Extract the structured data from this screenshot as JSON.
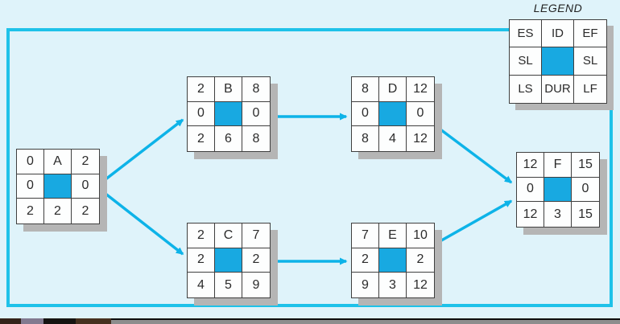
{
  "legend": {
    "title": "LEGEND",
    "es": "ES",
    "id": "ID",
    "ef": "EF",
    "sl_left": "SL",
    "sl_right": "SL",
    "ls": "LS",
    "dur": "DUR",
    "lf": "LF"
  },
  "nodes": [
    {
      "id": "A",
      "es": "0",
      "ef": "2",
      "sl_left": "0",
      "sl_right": "0",
      "ls": "2",
      "dur": "2",
      "lf": "2"
    },
    {
      "id": "B",
      "es": "2",
      "ef": "8",
      "sl_left": "0",
      "sl_right": "0",
      "ls": "2",
      "dur": "6",
      "lf": "8"
    },
    {
      "id": "C",
      "es": "2",
      "ef": "7",
      "sl_left": "2",
      "sl_right": "2",
      "ls": "4",
      "dur": "5",
      "lf": "9"
    },
    {
      "id": "D",
      "es": "8",
      "ef": "12",
      "sl_left": "0",
      "sl_right": "0",
      "ls": "8",
      "dur": "4",
      "lf": "12"
    },
    {
      "id": "E",
      "es": "7",
      "ef": "10",
      "sl_left": "2",
      "sl_right": "2",
      "ls": "9",
      "dur": "3",
      "lf": "12"
    },
    {
      "id": "F",
      "es": "12",
      "ef": "15",
      "sl_left": "0",
      "sl_right": "0",
      "ls": "12",
      "dur": "3",
      "lf": "15"
    }
  ],
  "edges": [
    {
      "from": "A",
      "to": "B"
    },
    {
      "from": "A",
      "to": "C"
    },
    {
      "from": "B",
      "to": "D"
    },
    {
      "from": "C",
      "to": "E"
    },
    {
      "from": "D",
      "to": "F"
    },
    {
      "from": "E",
      "to": "F"
    }
  ],
  "colors": {
    "background": "#dff3fa",
    "frame": "#1ec2e9",
    "node_fill_blue": "#18a9e1",
    "arrow": "#0db3e8",
    "shadow": "#b5b5b5"
  }
}
